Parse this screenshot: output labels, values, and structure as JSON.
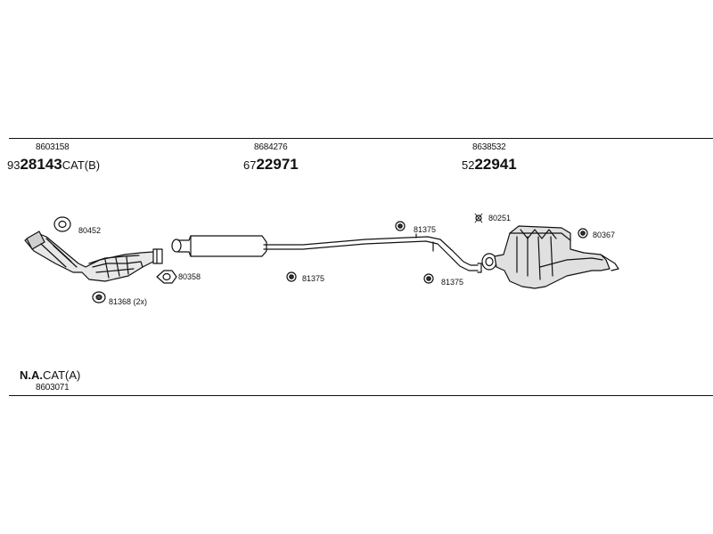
{
  "sections": [
    {
      "part_no": "8603158",
      "code_prefix": "93",
      "code_main": "28143",
      "code_suffix": "CAT(B)"
    },
    {
      "part_no": "8684276",
      "code_prefix": "67",
      "code_main": "22971",
      "code_suffix": ""
    },
    {
      "part_no": "8638532",
      "code_prefix": "52",
      "code_main": "22941",
      "code_suffix": ""
    }
  ],
  "callouts": [
    {
      "label": "80452"
    },
    {
      "label": "80358"
    },
    {
      "label": "81368 (2x)"
    },
    {
      "label": "81375"
    },
    {
      "label": "81375"
    },
    {
      "label": "81375"
    },
    {
      "label": "80251"
    },
    {
      "label": "80367"
    }
  ],
  "footer": {
    "na_bold": "N.A.",
    "na_rest": "CAT(A)",
    "part_no": "8603071"
  }
}
